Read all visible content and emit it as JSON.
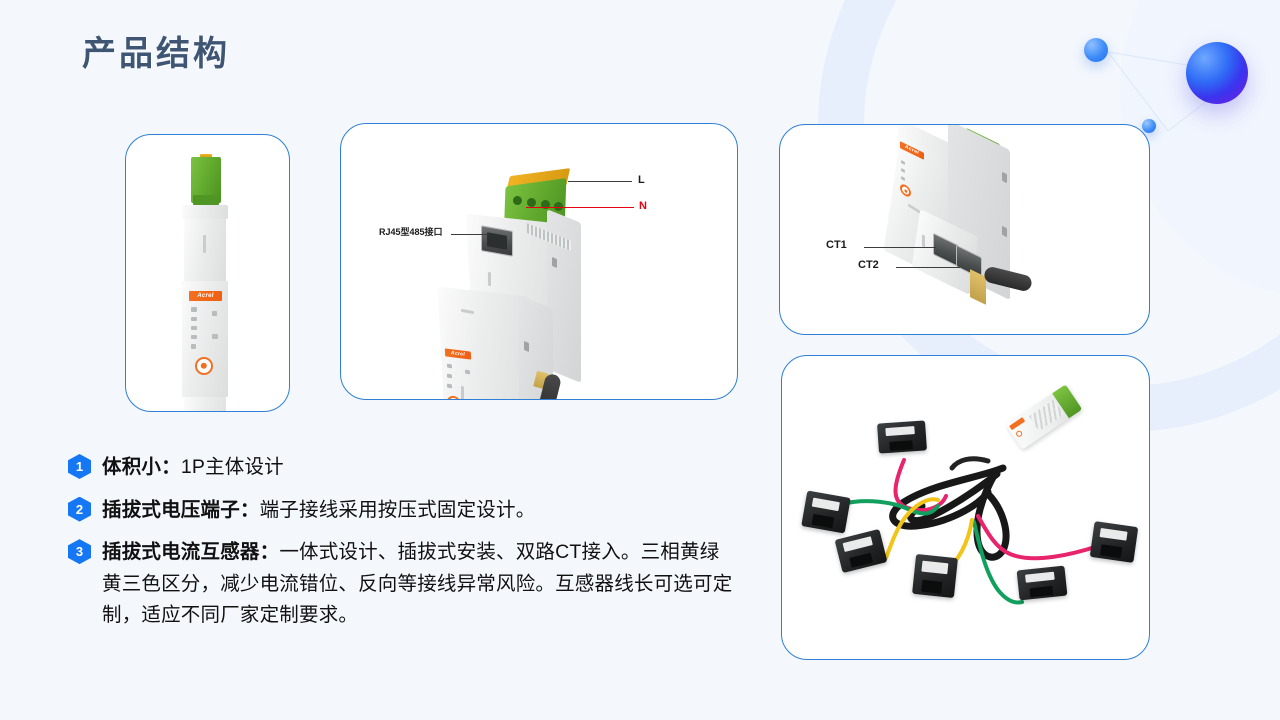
{
  "page": {
    "title": "产品结构",
    "background_color": "#f4f8fd",
    "title_color": "#3e5574",
    "accent_color": "#1677f5",
    "card_border_color": "#2f7fd6"
  },
  "decorations": {
    "large_sphere": {
      "name": "gradient-sphere-large",
      "from": "#2f6bf6",
      "to": "#7a1ae0"
    },
    "medium_sphere": {
      "name": "gradient-sphere-medium",
      "color": "#3d8bf8"
    },
    "small_sphere": {
      "name": "gradient-sphere-small",
      "color": "#3d8bf8"
    },
    "arc_ring": {
      "name": "arc-ring",
      "color": "#e4edfb"
    }
  },
  "cards": [
    {
      "id": "card-1",
      "name": "product-front-view-card",
      "caption": "",
      "callouts": []
    },
    {
      "id": "card-2",
      "name": "product-terminal-detail-card",
      "caption": "",
      "callouts": [
        {
          "label": "L",
          "color": "#1b1b1b"
        },
        {
          "label": "N",
          "color": "#e60012"
        },
        {
          "label": "RJ45型485接口",
          "color": "#1b1b1b"
        }
      ]
    },
    {
      "id": "card-3",
      "name": "product-ct-port-card",
      "caption": "",
      "callouts": [
        {
          "label": "CT1",
          "color": "#1b1b1b"
        },
        {
          "label": "CT2",
          "color": "#1b1b1b"
        }
      ]
    },
    {
      "id": "card-4",
      "name": "ct-harness-card",
      "caption": "",
      "callouts": []
    }
  ],
  "device": {
    "brand_logo": "Acrel"
  },
  "features": [
    {
      "number": "1",
      "lead": "体积小：",
      "rest": "1P主体设计"
    },
    {
      "number": "2",
      "lead": "插拔式电压端子：",
      "rest": "端子接线采用按压式固定设计。"
    },
    {
      "number": "3",
      "lead": "插拔式电流互感器：",
      "rest": "一体式设计、插拔式安装、双路CT接入。三相黄绿黄三色区分，减少电流错位、反向等接线异常风险。互感器线长可选可定制，适应不同厂家定制要求。"
    }
  ]
}
